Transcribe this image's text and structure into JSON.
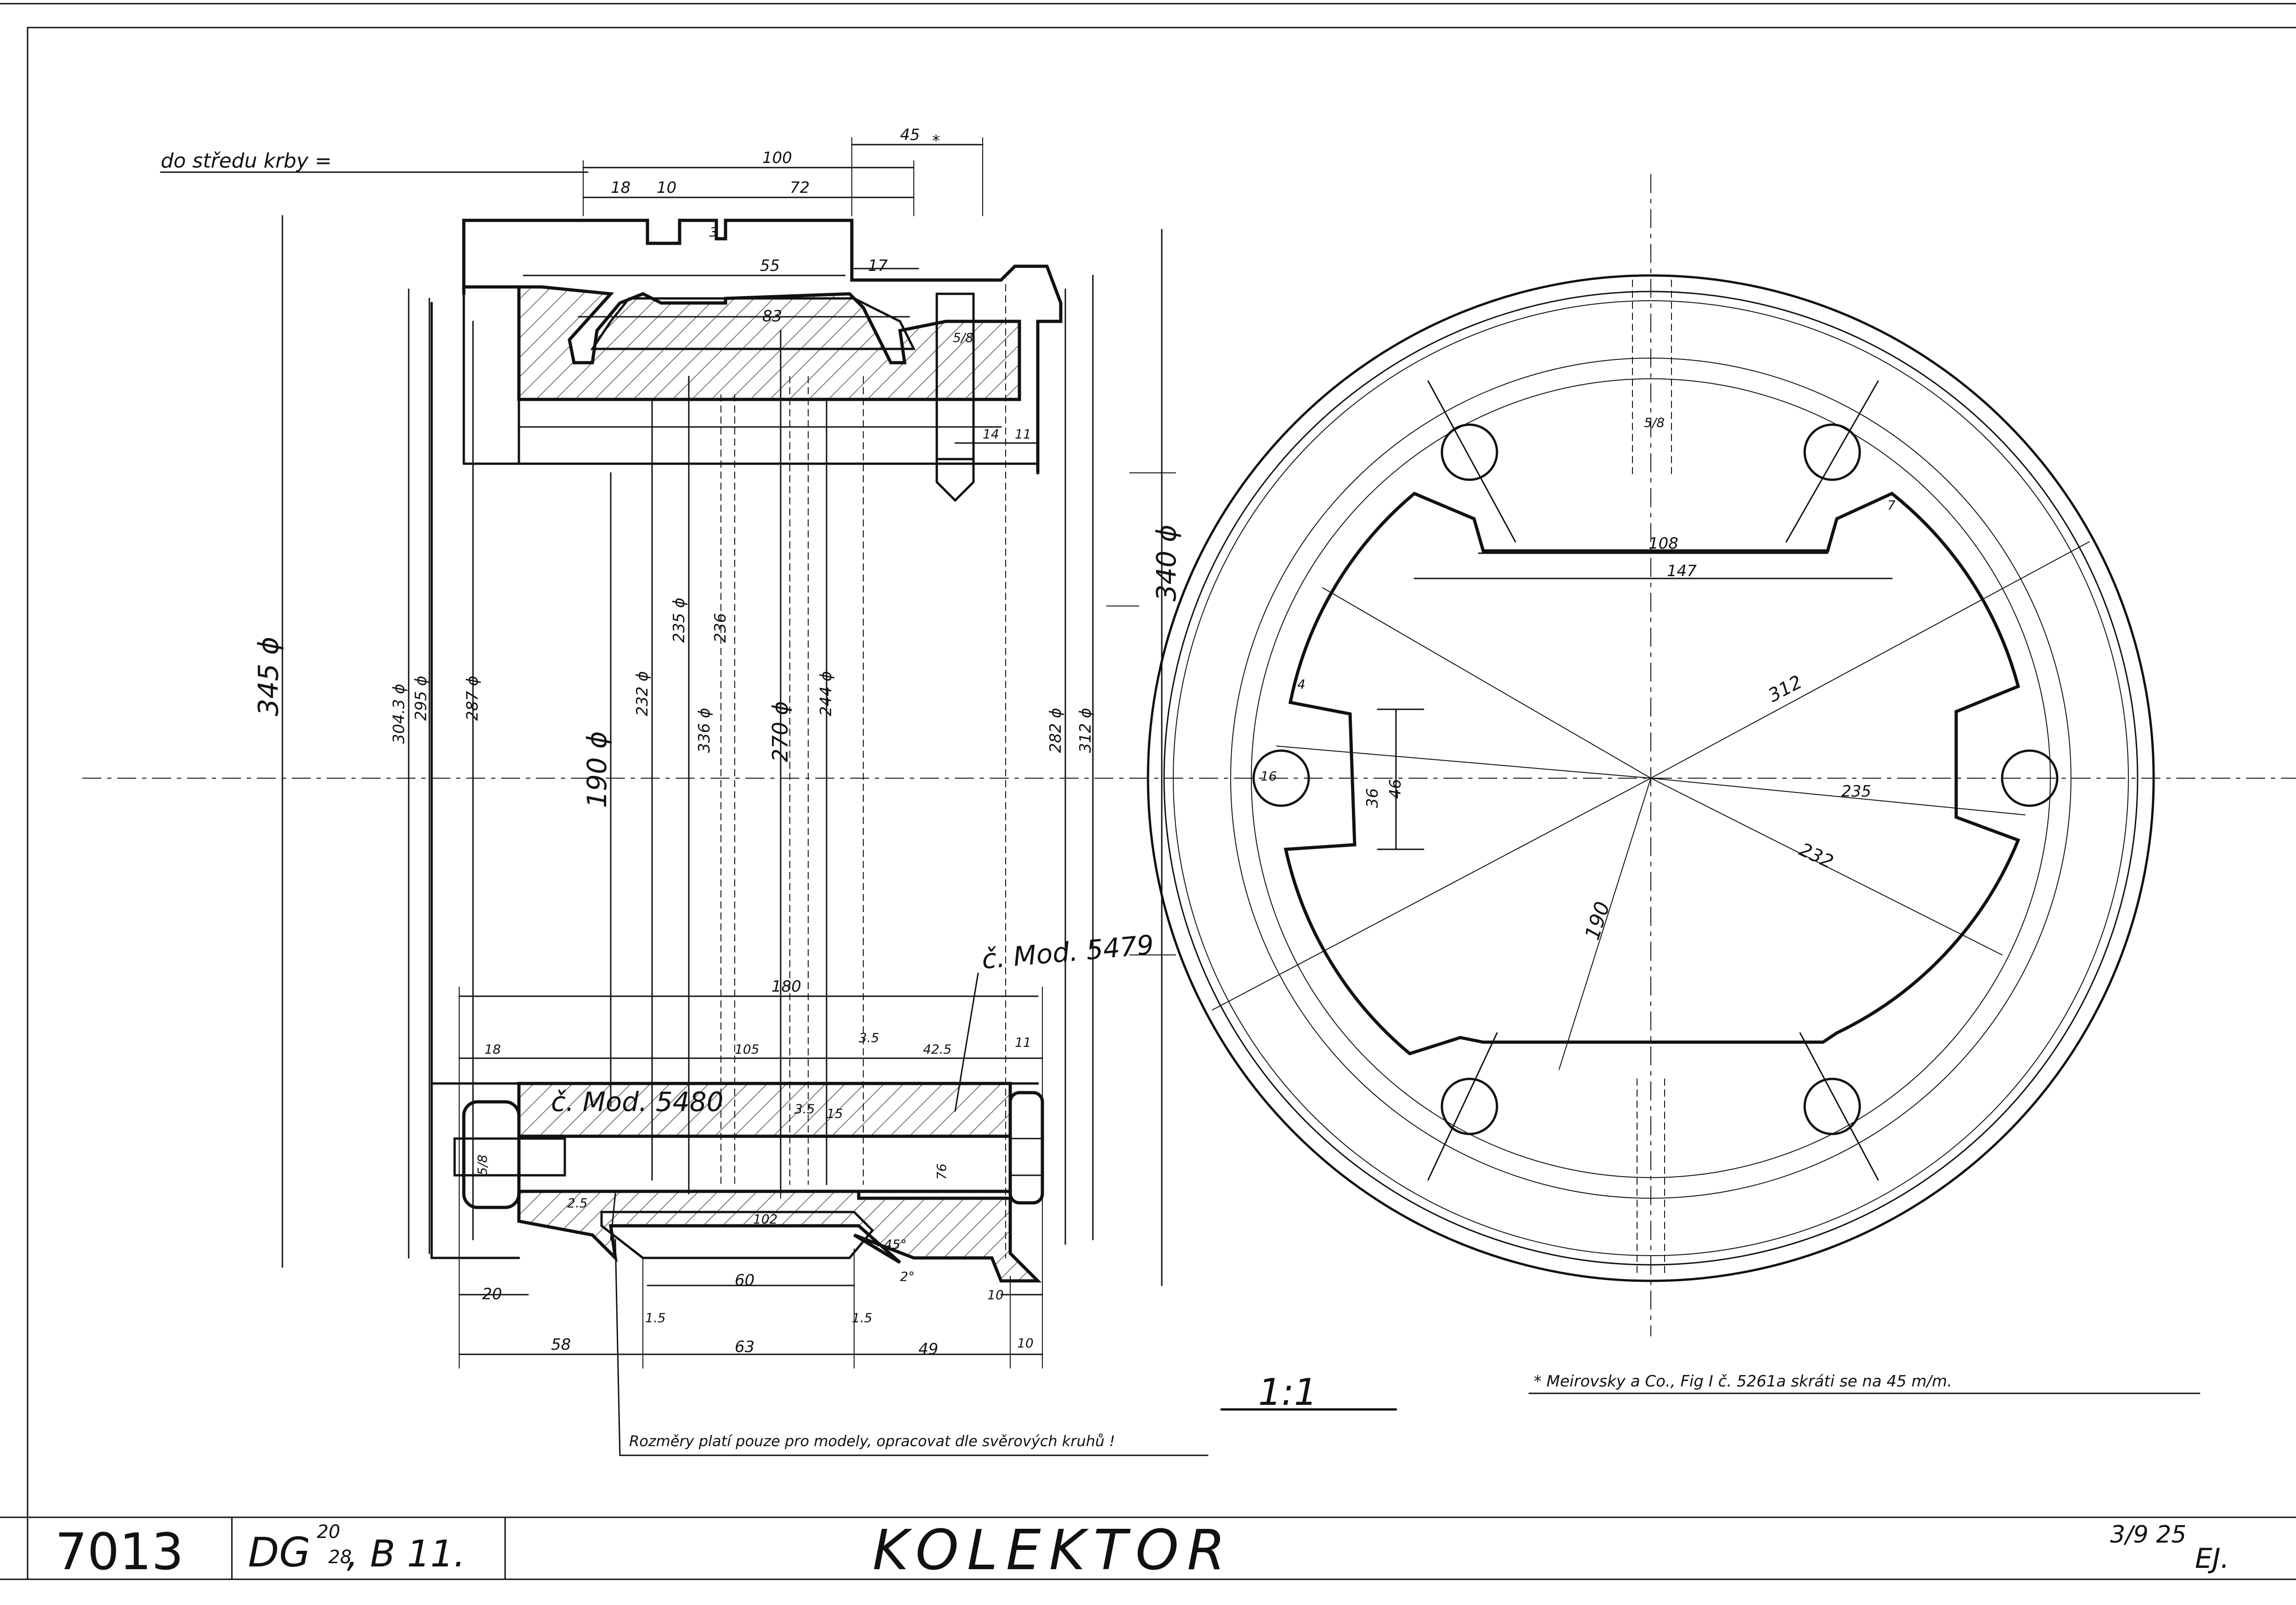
{
  "title_block": {
    "drawing_number": "7013",
    "type_code": "DG",
    "type_sup": "20",
    "type_sub": "28",
    "type_suffix": ", B 11.",
    "title": "KOLEKTOR",
    "date": "3/9 25",
    "signature": "EJ."
  },
  "notes": {
    "center_note": "do středu krby =",
    "model_a": "č. Mod. 5479",
    "model_b": "č. Mod. 5480",
    "bottom_note": "Rozměry platí pouze pro modely, opracovat dle svěrových kruhů !",
    "scale": "1:1",
    "footnote": "* Meirovsky a Co., Fig I č. 5261a skráti se na 45 m/m."
  },
  "dimensions": {
    "top": [
      "45",
      "*",
      "100",
      "18",
      "10",
      "72",
      "3",
      "55",
      "17",
      "83",
      "5/8",
      "14",
      "11"
    ],
    "vertical_left": [
      "345 ϕ",
      "304.3 ϕ",
      "295 ϕ",
      "287 ϕ",
      "190 ϕ",
      "232 ϕ",
      "235 ϕ",
      "236",
      "336 ϕ",
      "270 ϕ",
      "244 ϕ",
      "282 ϕ",
      "312 ϕ",
      "340 ϕ"
    ],
    "bottom_section": [
      "180",
      "18",
      "105",
      "3.5",
      "42.5",
      "11",
      "3.5",
      "15",
      "5/8",
      "76",
      "2.5",
      "102",
      "45°",
      "2°",
      "20",
      "60",
      "10",
      "1.5",
      "1.5",
      "58",
      "63",
      "49",
      "10"
    ],
    "circle_view": [
      "5/8",
      "108",
      "147",
      "7",
      "312",
      "235",
      "232",
      "190",
      "36",
      "46",
      "16",
      "4"
    ]
  }
}
